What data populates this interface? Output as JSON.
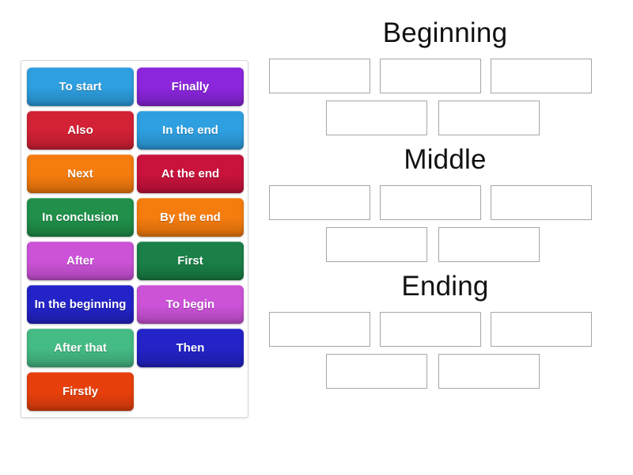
{
  "activity": {
    "type": "drag-and-drop-sorting",
    "background_color": "#ffffff"
  },
  "tile_pool": {
    "name": "draggable-word-tiles",
    "border_color": "#d6d6d6",
    "tiles": [
      {
        "label": "To start",
        "color": "#2e9fe0",
        "column": "left",
        "row": 1
      },
      {
        "label": "Finally",
        "color": "#8b26dd",
        "column": "right",
        "row": 1
      },
      {
        "label": "Also",
        "color": "#d32135",
        "column": "left",
        "row": 2
      },
      {
        "label": "In the end",
        "color": "#2e9fe0",
        "column": "right",
        "row": 2
      },
      {
        "label": "Next",
        "color": "#f57c0e",
        "column": "left",
        "row": 3
      },
      {
        "label": "At the end",
        "color": "#c9123c",
        "column": "right",
        "row": 3
      },
      {
        "label": "In conclusion",
        "color": "#20904a",
        "column": "left",
        "row": 4
      },
      {
        "label": "By the end",
        "color": "#f57c0e",
        "column": "right",
        "row": 4
      },
      {
        "label": "After",
        "color": "#cc53d8",
        "column": "left",
        "row": 5
      },
      {
        "label": "First",
        "color": "#1a8047",
        "column": "right",
        "row": 5
      },
      {
        "label": "In the beginning",
        "color": "#2323c8",
        "column": "left",
        "row": 6
      },
      {
        "label": "To begin",
        "color": "#cc53d8",
        "column": "right",
        "row": 6
      },
      {
        "label": "After that",
        "color": "#45bb85",
        "column": "left",
        "row": 7
      },
      {
        "label": "Then",
        "color": "#2323c8",
        "column": "right",
        "row": 7
      },
      {
        "label": "Firstly",
        "color": "#e8400c",
        "column": "left",
        "row": 8
      }
    ]
  },
  "zones": {
    "slot_border_color": "#a6a6a6",
    "groups": [
      {
        "title": "Beginning",
        "rows": [
          {
            "slots": [
              "",
              "",
              ""
            ]
          },
          {
            "slots": [
              "",
              ""
            ]
          }
        ]
      },
      {
        "title": "Middle",
        "rows": [
          {
            "slots": [
              "",
              "",
              ""
            ]
          },
          {
            "slots": [
              "",
              ""
            ]
          }
        ]
      },
      {
        "title": "Ending",
        "rows": [
          {
            "slots": [
              "",
              "",
              ""
            ]
          },
          {
            "slots": [
              "",
              ""
            ]
          }
        ]
      }
    ]
  }
}
